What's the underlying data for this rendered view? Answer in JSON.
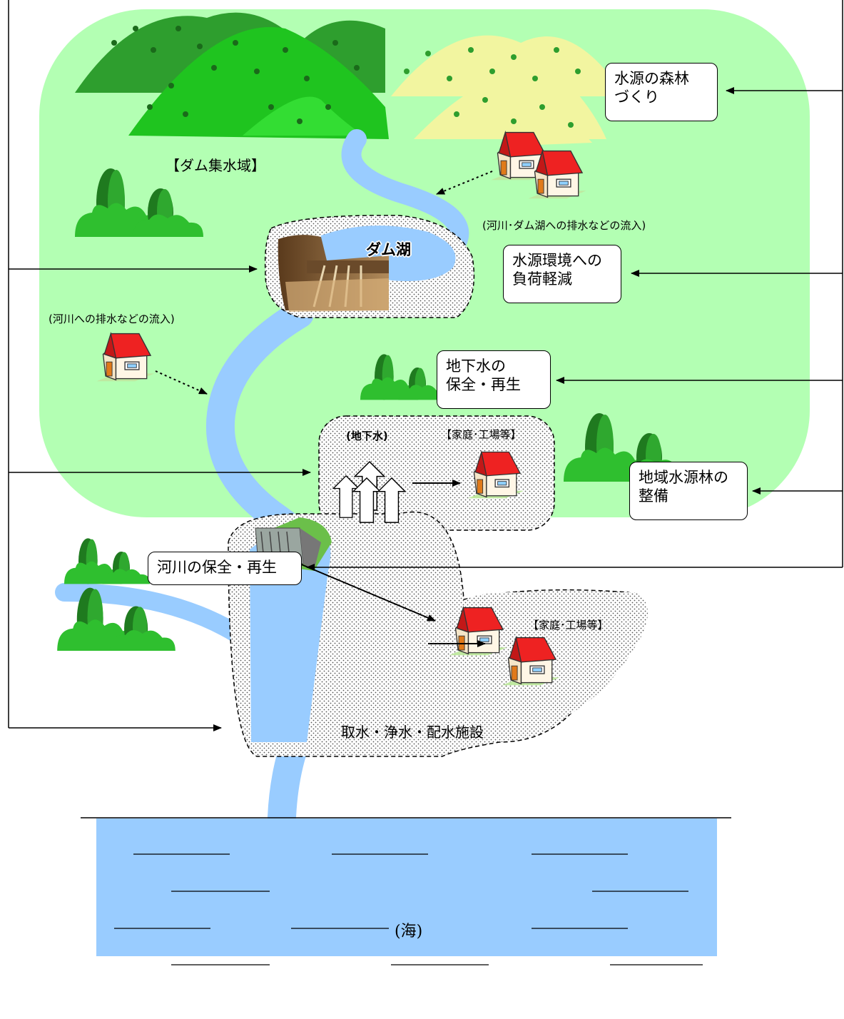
{
  "labels": {
    "dam_catchment": "【ダム集水域】",
    "dam_lake": "ダム湖",
    "inflow_river_dam": "(河川･ダム湖への排水などの流入)",
    "inflow_river": "(河川への排水などの流入)",
    "groundwater": "(地下水)",
    "homes_factories_1": "【家庭･工場等】",
    "homes_factories_2": "【家庭･工場等】",
    "facilities": "取水・浄水・配水施設",
    "sea": "(海)"
  },
  "boxes": {
    "forest_building": "水源の森林\nづくり",
    "load_reduction": "水源環境への\n負荷軽減",
    "groundwater_conservation": "地下水の\n保全・再生",
    "regional_forest": "地域水源林の\n整備",
    "river_conservation": "河川の保全・再生"
  },
  "colors": {
    "land": "#b3ffb3",
    "river": "#99ccff",
    "sea": "#99ccff",
    "mountain_dark": "#2e9e2e",
    "mountain_light": "#f2f5a0",
    "roof": "#ee2222",
    "tree_dark": "#1f8a1f",
    "tree_light": "#33cc33"
  },
  "icons": [
    "mountain-icon",
    "tree-icon",
    "house-icon",
    "dam-icon",
    "water-facility-icon",
    "up-arrow-icon"
  ]
}
